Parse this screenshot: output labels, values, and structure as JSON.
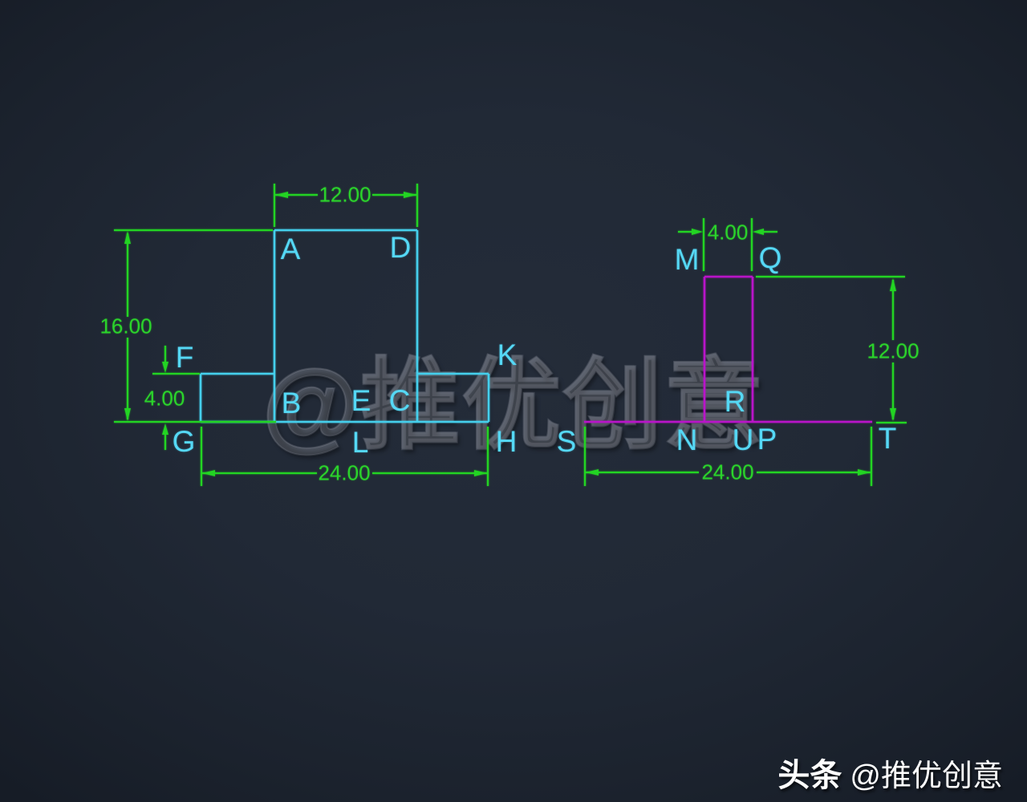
{
  "points": {
    "A": "A",
    "B": "B",
    "C": "C",
    "D": "D",
    "E": "E",
    "F": "F",
    "G": "G",
    "H": "H",
    "K": "K",
    "L": "L",
    "M": "M",
    "N": "N",
    "P": "P",
    "Q": "Q",
    "R": "R",
    "S": "S",
    "T": "T",
    "U": "U"
  },
  "dimensions": {
    "left_shape": {
      "top_width": "12.00",
      "height": "16.00",
      "step_height": "4.00",
      "base_width": "24.00"
    },
    "right_shape": {
      "top_width": "4.00",
      "height": "12.00",
      "base_width": "24.00"
    }
  },
  "watermark": {
    "center_text": "@推优创意"
  },
  "credit": {
    "brand": "头条",
    "handle": "@推优创意"
  },
  "colors": {
    "background": "#212936",
    "dimension_green": "#23d423",
    "shape_cyan": "#45cfec",
    "shape_magenta": "#b914c9",
    "label_cyan": "#55d8f5",
    "credit_white": "#ffffff"
  }
}
